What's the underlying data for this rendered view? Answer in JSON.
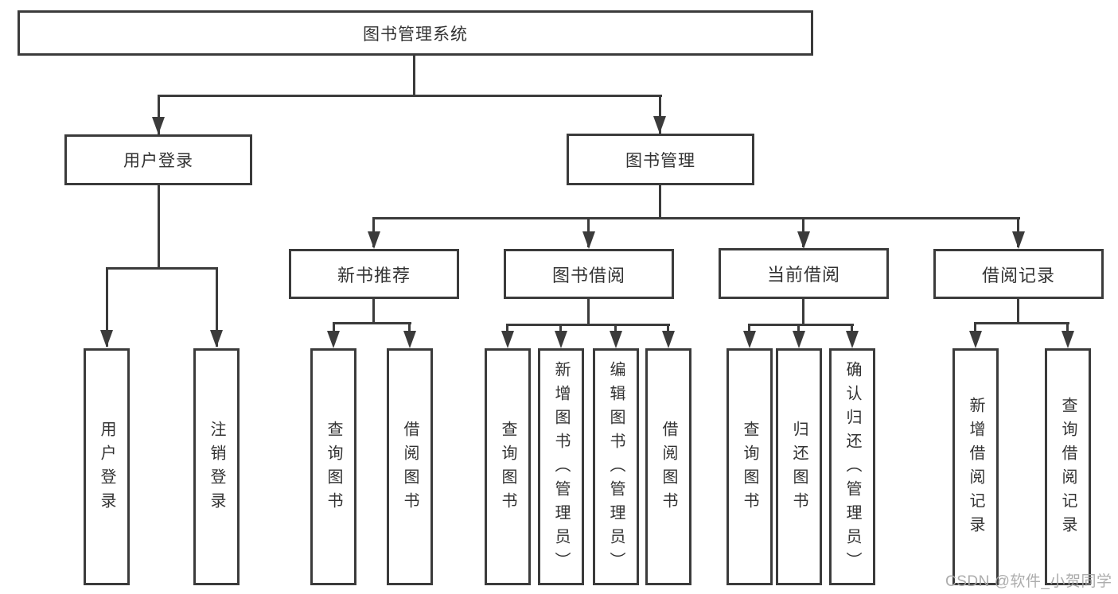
{
  "diagram": {
    "root": {
      "label": "图书管理系统"
    },
    "branches": [
      {
        "label": "用户登录",
        "children": [
          "用户登录",
          "注销登录"
        ]
      },
      {
        "label": "图书管理",
        "children": [
          {
            "label": "新书推荐",
            "children": [
              "查询图书",
              "借阅图书"
            ]
          },
          {
            "label": "图书借阅",
            "children": [
              "查询图书",
              "新增图书（管理员）",
              "编辑图书（管理员）",
              "借阅图书"
            ]
          },
          {
            "label": "当前借阅",
            "children": [
              "查询图书",
              "归还图书",
              "确认归还（管理员）"
            ]
          },
          {
            "label": "借阅记录",
            "children": [
              "新增借阅记录",
              "查询借阅记录"
            ]
          }
        ]
      }
    ]
  },
  "watermark": "CSDN @软件_小贺同学",
  "colors": {
    "line": "#3b3b3b",
    "text": "#333333",
    "watermark": "#a8a8a8",
    "background": "#ffffff"
  }
}
